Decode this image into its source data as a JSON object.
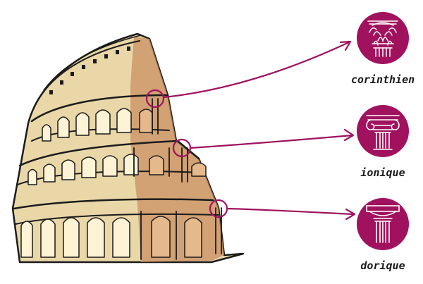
{
  "colors": {
    "accent": "#a0125e",
    "stone_light": "#ead7a8",
    "stone_shadow": "#c98f63",
    "ink": "#1b1b1b"
  },
  "orders": [
    {
      "label": "corinthien",
      "icon": "corinthian-capital-icon"
    },
    {
      "label": "ionique",
      "icon": "ionic-capital-icon"
    },
    {
      "label": "dorique",
      "icon": "doric-capital-icon"
    }
  ]
}
